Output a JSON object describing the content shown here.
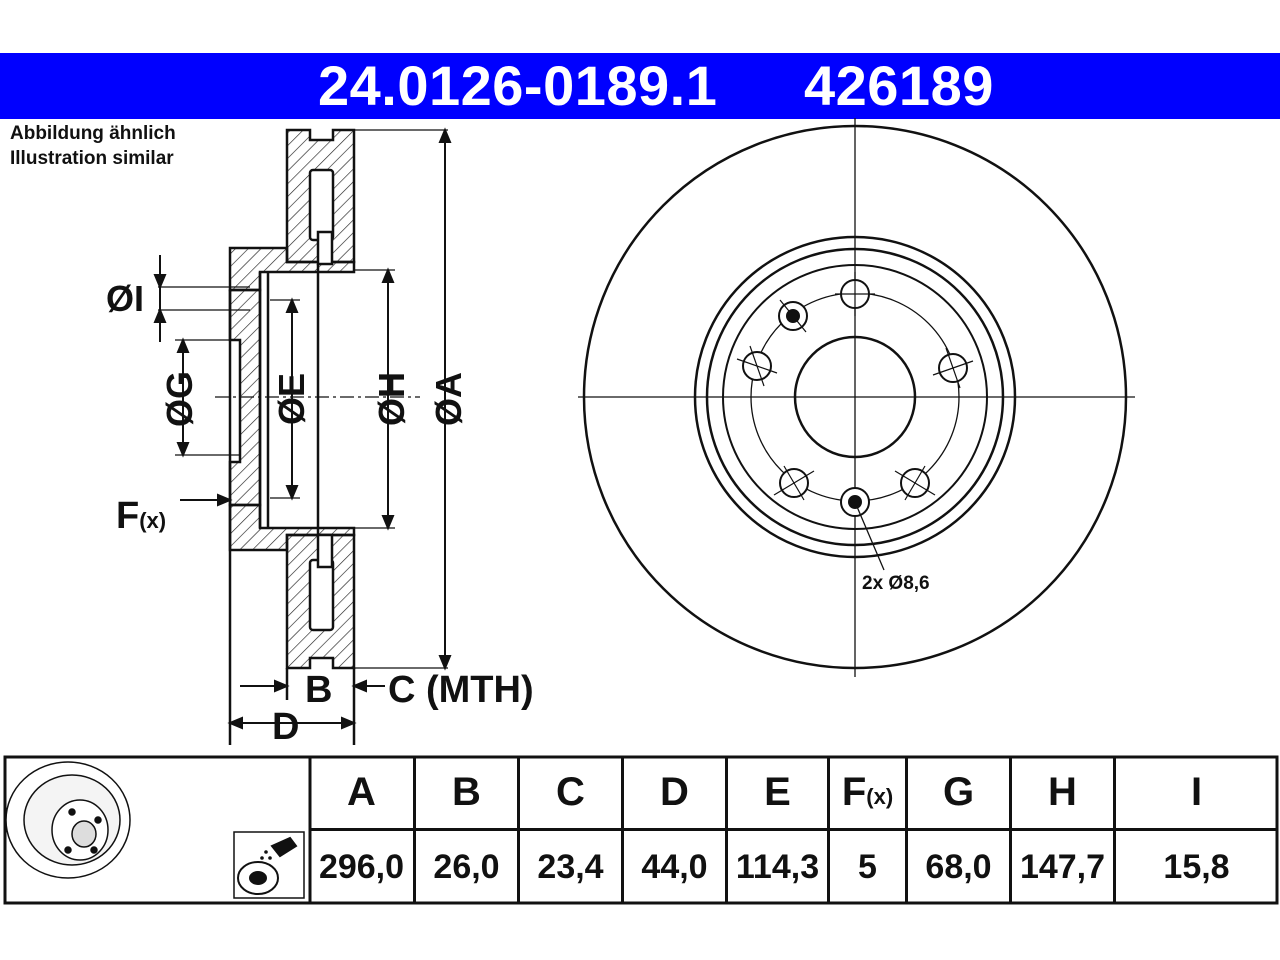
{
  "header": {
    "part_number": "24.0126-0189.1",
    "article_number": "426189",
    "background_color": "#0000ff"
  },
  "note": {
    "line1": "Abbildung ähnlich",
    "line2": "Illustration similar"
  },
  "labels": {
    "dia_i": "ØI",
    "dia_g": "ØG",
    "dia_e": "ØE",
    "dia_h": "ØH",
    "dia_a": "ØA",
    "f_main": "F",
    "f_sub": "(x)",
    "b": "B",
    "c_mth": "C (MTH)",
    "d": "D",
    "holes": "2x Ø8,6"
  },
  "table": {
    "headers": [
      "A",
      "B",
      "C",
      "D",
      "E",
      "F",
      "G",
      "H",
      "I"
    ],
    "f_header_sub": "(x)",
    "values": [
      "296,0",
      "26,0",
      "23,4",
      "44,0",
      "114,3",
      "5",
      "68,0",
      "147,7",
      "15,8"
    ],
    "icons": [
      "brake-disc-icon",
      "brake-cleaner-spray-icon"
    ]
  }
}
